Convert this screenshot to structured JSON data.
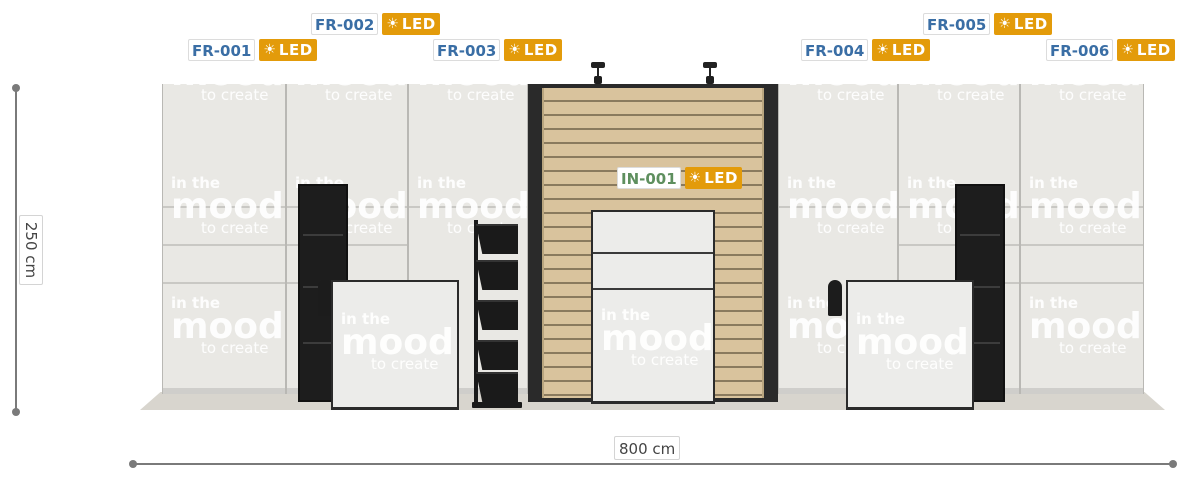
{
  "colors": {
    "fixture_code": "#3a6ea5",
    "fixture_code_inside": "#5e8f5e",
    "led_badge": "#e39b0a",
    "dimension_line": "#7a7a7a"
  },
  "fixtures": [
    {
      "code": "FR-001",
      "led": "LED",
      "icon": "sun-icon"
    },
    {
      "code": "FR-002",
      "led": "LED",
      "icon": "sun-icon"
    },
    {
      "code": "FR-003",
      "led": "LED",
      "icon": "sun-icon"
    },
    {
      "code": "FR-004",
      "led": "LED",
      "icon": "sun-icon"
    },
    {
      "code": "FR-005",
      "led": "LED",
      "icon": "sun-icon"
    },
    {
      "code": "FR-006",
      "led": "LED",
      "icon": "sun-icon"
    },
    {
      "code": "IN-001",
      "led": "LED",
      "icon": "sun-icon"
    }
  ],
  "branding": {
    "line1": "in the",
    "line2": "mood",
    "line3": "to create"
  },
  "dimensions": {
    "height": "250 cm",
    "width": "800 cm"
  }
}
